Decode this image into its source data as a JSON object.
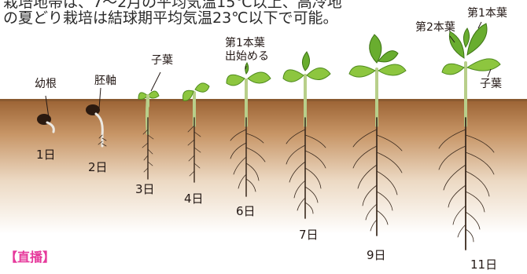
{
  "header": {
    "line1": "栽培地帯は、7～2月の平均気温15℃以上、高冷地",
    "line2": "の夏どり栽培は結球期平均気温23℃以下で可能。"
  },
  "labels": {
    "radicle": "幼根",
    "hypocotyl": "胚軸",
    "cotyledon_day3": "子葉",
    "first_leaf_start_1": "第1本葉",
    "first_leaf_start_2": "出始める",
    "second_leaf": "第2本葉",
    "first_leaf": "第1本葉",
    "cotyledon_day11": "子葉"
  },
  "days": [
    "1日",
    "2日",
    "3日",
    "4日",
    "6日",
    "7日",
    "9日",
    "11日"
  ],
  "footer_tag": "【直播】",
  "colors": {
    "soil_top": "#a06a3c",
    "soil_bottom": "#ffffff",
    "leaf": "#8dc63f",
    "tag": "#e6399b"
  }
}
